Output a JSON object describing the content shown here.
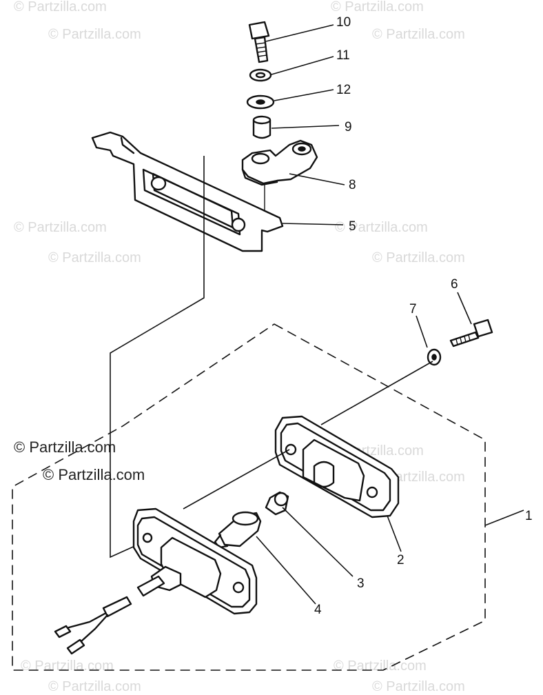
{
  "watermark": {
    "text": "© Partzilla.com",
    "color": "#d9d9d9",
    "prominent_text": "© Partzilla.com"
  },
  "callouts": {
    "c1": "1",
    "c2": "2",
    "c3": "3",
    "c4": "4",
    "c5": "5",
    "c6": "6",
    "c7": "7",
    "c8": "8",
    "c9": "9",
    "c10": "10",
    "c11": "11",
    "c12": "12"
  }
}
